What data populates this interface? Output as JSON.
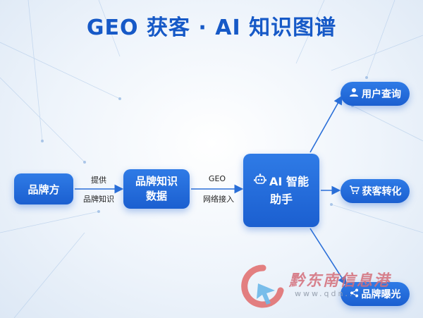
{
  "title": "GEO 获客 · AI 知识图谱",
  "nodes": {
    "brand": "品牌方",
    "brand_data_line1": "品牌知识",
    "brand_data_line2": "数据",
    "ai_line1": "AI 智能",
    "ai_line2": "助手",
    "user_query": "用户查询",
    "get_customers": "获客转化",
    "brand_exposure": "品牌曝光"
  },
  "edges": {
    "e1_top": "提供",
    "e1_bottom": "品牌知识",
    "e2_top": "GEO",
    "e2_bottom": "网络接入"
  },
  "watermark": {
    "text": "黔东南信息港",
    "url": "www.qdn..."
  },
  "icons": [
    "robot-icon",
    "user-icon",
    "cart-icon",
    "share-icon"
  ],
  "colors": {
    "title": "#1659c7",
    "node": "#1b5fd0",
    "edge": "#2a6fd8",
    "watermark": "#d46e7a"
  }
}
